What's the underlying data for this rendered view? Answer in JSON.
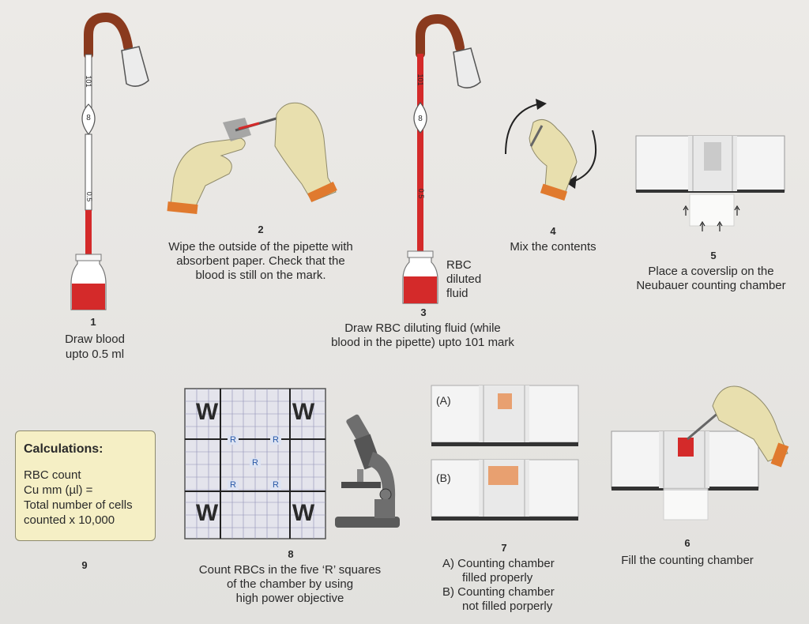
{
  "steps": {
    "s1": {
      "num": "1",
      "text_l1": "Draw blood",
      "text_l2": "upto 0.5 ml",
      "mark_top": "101",
      "mark_bulb": "8",
      "mark_low": "0.5"
    },
    "s2": {
      "num": "2",
      "text_l1": "Wipe the outside of the pipette with",
      "text_l2": "absorbent paper. Check that the",
      "text_l3": "blood is still on the mark."
    },
    "s3": {
      "num": "3",
      "text_l1": "Draw RBC diluting fluid (while",
      "text_l2": "blood in the pipette) upto 101 mark",
      "side_l1": "RBC",
      "side_l2": "diluted",
      "side_l3": "fluid",
      "mark_top": "101",
      "mark_bulb": "8",
      "mark_low": "0.5"
    },
    "s4": {
      "num": "4",
      "text": "Mix the contents"
    },
    "s5": {
      "num": "5",
      "text_l1": "Place a coverslip on the",
      "text_l2": "Neubauer counting chamber"
    },
    "s6": {
      "num": "6",
      "text": "Fill the counting chamber"
    },
    "s7": {
      "num": "7",
      "label_a": "(A)",
      "label_b": "(B)",
      "text_a_l1": "A) Counting chamber",
      "text_a_l2": "filled properly",
      "text_b_l1": "B) Counting chamber",
      "text_b_l2": "not filled porperly"
    },
    "s8": {
      "num": "8",
      "text_l1": "Count RBCs in the five ‘R’ squares",
      "text_l2": "of the chamber by using",
      "text_l3": "high power objective",
      "w": "W",
      "r": "R"
    },
    "s9": {
      "num": "9"
    }
  },
  "calculations": {
    "title": "Calculations:",
    "l1": "RBC count",
    "l2": "Cu mm (µl) =",
    "l3": "Total number of cells",
    "l4": "counted x 10,000"
  },
  "colors": {
    "blood": "#d42a2a",
    "tube_brown": "#8a3a1e",
    "glove": "#e8dfae",
    "glove_cuff": "#e07a2e",
    "calc_bg": "#f5efc5",
    "slide": "#f2f2f2",
    "microscope": "#6e6e6e"
  }
}
